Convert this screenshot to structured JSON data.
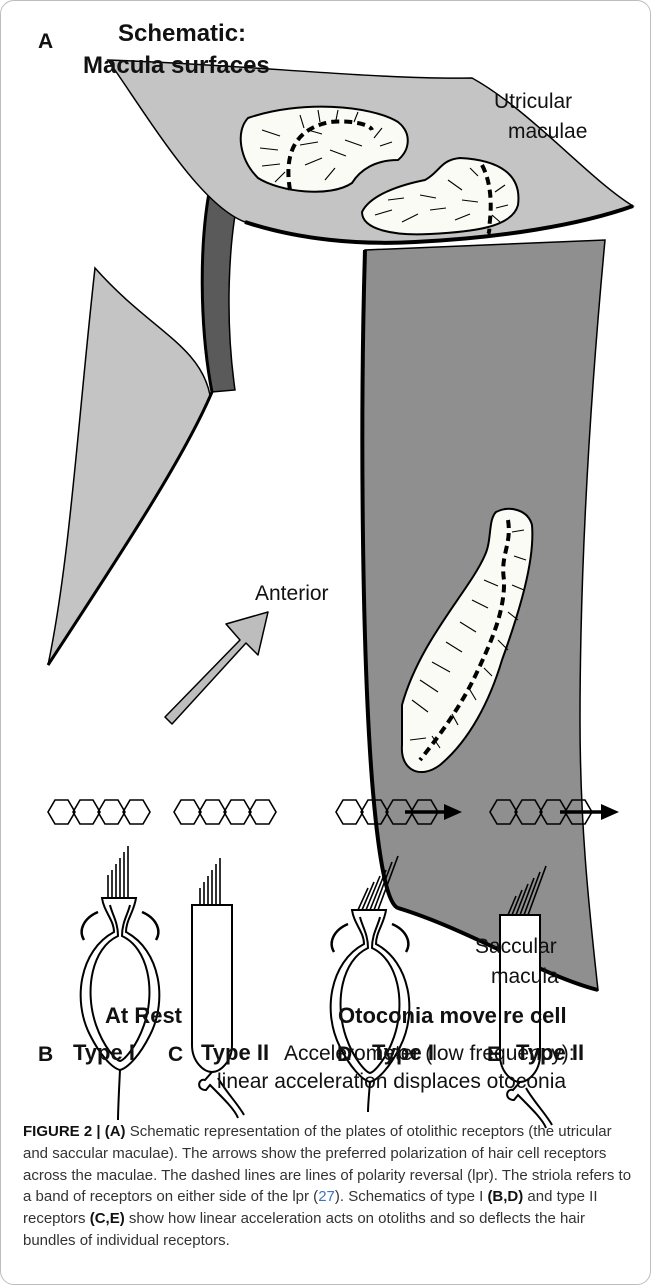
{
  "panel_a": {
    "letter": "A",
    "title_line1": "Schematic:",
    "title_line2": "Macula surfaces",
    "utricular_line1": "Utricular",
    "utricular_line2": "maculae",
    "anterior": "Anterior",
    "saccular_line1": "Saccular",
    "saccular_line2": "macula"
  },
  "panels_bottom": {
    "at_rest": "At Rest",
    "otoconia_move": "Otoconia move re cell",
    "b_letter": "B",
    "b_type": "Type I",
    "c_letter": "C",
    "c_type": "Type II",
    "d_letter": "D",
    "d_type": "Type I",
    "e_letter": "E",
    "e_type": "Type II",
    "accel_line1": "Accelerometer (low frequency):",
    "accel_line2": "linear acceleration displaces otoconia"
  },
  "caption": {
    "label": "FIGURE 2 |",
    "a_tag": "(A)",
    "text1": " Schematic representation of the plates of otolithic receptors (the utricular and saccular maculae). The arrows show the preferred polarization of hair cell receptors across the maculae. The dashed lines are lines of polarity reversal (lpr). The striola refers to a band of receptors on either side of the lpr (",
    "ref": "27",
    "text2": "). Schematics of type I ",
    "bd_tag": "(B,D)",
    "text3": " and type II receptors ",
    "ce_tag": "(C,E)",
    "text4": " show how linear acceleration acts on otoliths and so deflects the hair bundles of individual receptors."
  },
  "colors": {
    "plate_light": "#c4c4c4",
    "plate_dark": "#8f8f8f",
    "plate_side_dark": "#5a5a5a",
    "macula_fill": "#fbfbf5",
    "arrow_fill": "#bdbdbd",
    "reference_link": "#3a77b7"
  }
}
